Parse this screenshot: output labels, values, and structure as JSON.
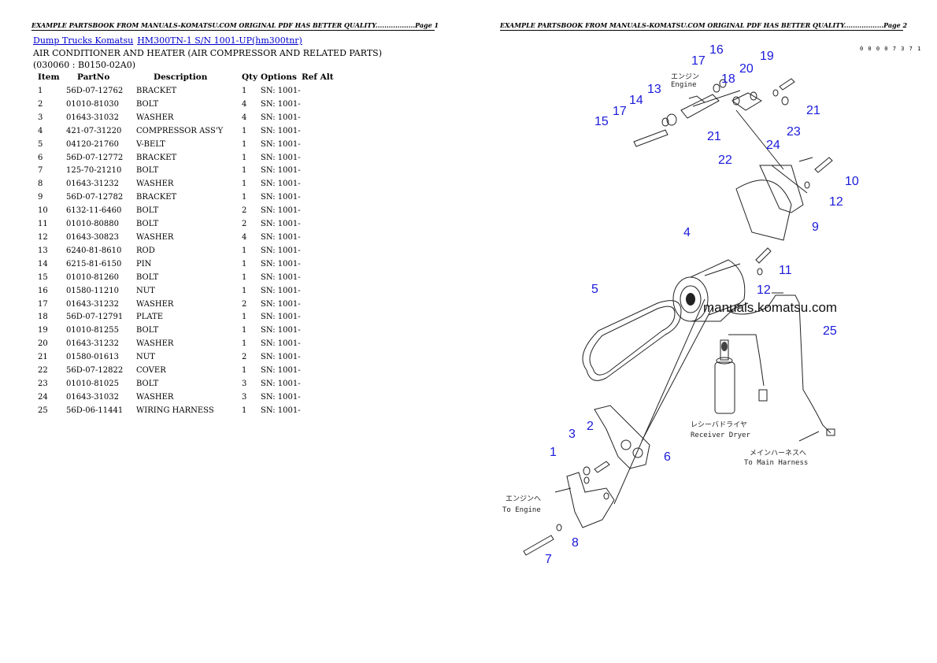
{
  "page1": {
    "header": "EXAMPLE PARTSBOOK FROM MANUALS-KOMATSU.COM ORIGINAL PDF HAS BETTER QUALITY..................Page 1",
    "breadcrumb": {
      "category": "Dump Trucks Komatsu",
      "model": "HM300TN-1 S/N 1001-UP(hm300tnr)"
    },
    "title": "AIR CONDITIONER AND HEATER (AIR COMPRESSOR AND RELATED PARTS)(030060 : B0150-02A0)",
    "columns": [
      "Item",
      "PartNo",
      "Description",
      "Qty",
      "Options",
      "Ref Alt"
    ],
    "rows": [
      [
        "1",
        "56D-07-12762",
        "BRACKET",
        "1",
        "SN: 1001-",
        ""
      ],
      [
        "2",
        "01010-81030",
        "BOLT",
        "4",
        "SN: 1001-",
        ""
      ],
      [
        "3",
        "01643-31032",
        "WASHER",
        "4",
        "SN: 1001-",
        ""
      ],
      [
        "4",
        "421-07-31220",
        "COMPRESSOR ASS'Y",
        "1",
        "SN: 1001-",
        ""
      ],
      [
        "5",
        "04120-21760",
        "V-BELT",
        "1",
        "SN: 1001-",
        ""
      ],
      [
        "6",
        "56D-07-12772",
        "BRACKET",
        "1",
        "SN: 1001-",
        ""
      ],
      [
        "7",
        "125-70-21210",
        "BOLT",
        "1",
        "SN: 1001-",
        ""
      ],
      [
        "8",
        "01643-31232",
        "WASHER",
        "1",
        "SN: 1001-",
        ""
      ],
      [
        "9",
        "56D-07-12782",
        "BRACKET",
        "1",
        "SN: 1001-",
        ""
      ],
      [
        "10",
        "6132-11-6460",
        "BOLT",
        "2",
        "SN: 1001-",
        ""
      ],
      [
        "11",
        "01010-80880",
        "BOLT",
        "2",
        "SN: 1001-",
        ""
      ],
      [
        "12",
        "01643-30823",
        "WASHER",
        "4",
        "SN: 1001-",
        ""
      ],
      [
        "13",
        "6240-81-8610",
        "ROD",
        "1",
        "SN: 1001-",
        ""
      ],
      [
        "14",
        "6215-81-6150",
        "PIN",
        "1",
        "SN: 1001-",
        ""
      ],
      [
        "15",
        "01010-81260",
        "BOLT",
        "1",
        "SN: 1001-",
        ""
      ],
      [
        "16",
        "01580-11210",
        "NUT",
        "1",
        "SN: 1001-",
        ""
      ],
      [
        "17",
        "01643-31232",
        "WASHER",
        "2",
        "SN: 1001-",
        ""
      ],
      [
        "18",
        "56D-07-12791",
        "PLATE",
        "1",
        "SN: 1001-",
        ""
      ],
      [
        "19",
        "01010-81255",
        "BOLT",
        "1",
        "SN: 1001-",
        ""
      ],
      [
        "20",
        "01643-31232",
        "WASHER",
        "1",
        "SN: 1001-",
        ""
      ],
      [
        "21",
        "01580-01613",
        "NUT",
        "2",
        "SN: 1001-",
        ""
      ],
      [
        "22",
        "56D-07-12822",
        "COVER",
        "1",
        "SN: 1001-",
        ""
      ],
      [
        "23",
        "01010-81025",
        "BOLT",
        "3",
        "SN: 1001-",
        ""
      ],
      [
        "24",
        "01643-31032",
        "WASHER",
        "3",
        "SN: 1001-",
        ""
      ],
      [
        "25",
        "56D-06-11441",
        "WIRING HARNESS",
        "1",
        "SN: 1001-",
        ""
      ]
    ]
  },
  "page2": {
    "header": "EXAMPLE PARTSBOOK FROM MANUALS-KOMATSU.COM ORIGINAL PDF HAS BETTER QUALITY..................Page 2",
    "sheet_number": "0 0 0 0 7 3 7 1",
    "watermark": "manuals.komatsu.com",
    "labels": {
      "engine_jp_top": "エンジン",
      "engine_top": "Engine",
      "receiver_jp": "レシーバドライヤ",
      "receiver": "Receiver Dryer",
      "harness_jp": "メインハーネスへ",
      "harness": "To Main Harness",
      "to_engine_jp": "エンジンへ",
      "to_engine": "To Engine"
    },
    "callouts": [
      "16",
      "17",
      "18",
      "19",
      "20",
      "13",
      "14",
      "17",
      "15",
      "21",
      "21",
      "23",
      "24",
      "22",
      "10",
      "12",
      "9",
      "4",
      "11",
      "12",
      "5",
      "25",
      "2",
      "3",
      "6",
      "1",
      "8",
      "7"
    ]
  }
}
